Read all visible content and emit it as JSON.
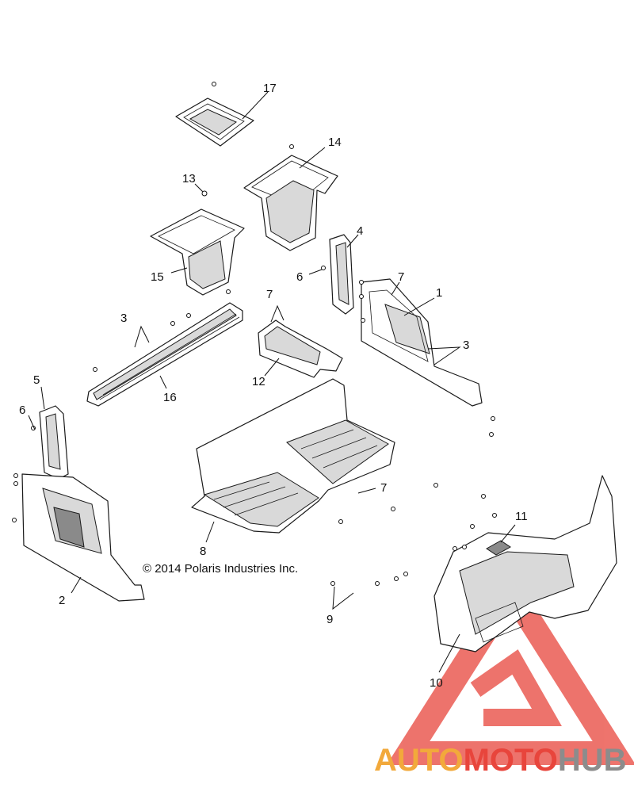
{
  "copyright": "© 2014 Polaris Industries Inc.",
  "callouts": [
    {
      "id": "c1",
      "label": "1"
    },
    {
      "id": "c2",
      "label": "2"
    },
    {
      "id": "c3a",
      "label": "3"
    },
    {
      "id": "c3b",
      "label": "3"
    },
    {
      "id": "c4",
      "label": "4"
    },
    {
      "id": "c5",
      "label": "5"
    },
    {
      "id": "c6a",
      "label": "6"
    },
    {
      "id": "c6b",
      "label": "6"
    },
    {
      "id": "c7a",
      "label": "7"
    },
    {
      "id": "c7b",
      "label": "7"
    },
    {
      "id": "c7c",
      "label": "7"
    },
    {
      "id": "c8",
      "label": "8"
    },
    {
      "id": "c9",
      "label": "9"
    },
    {
      "id": "c10",
      "label": "10"
    },
    {
      "id": "c11",
      "label": "11"
    },
    {
      "id": "c12",
      "label": "12"
    },
    {
      "id": "c13",
      "label": "13"
    },
    {
      "id": "c14",
      "label": "14"
    },
    {
      "id": "c15",
      "label": "15"
    },
    {
      "id": "c16",
      "label": "16"
    },
    {
      "id": "c17",
      "label": "17"
    }
  ],
  "watermark": {
    "part1": "AUTO",
    "part2": "MOTO",
    "part3": "HUB",
    "colors": {
      "orange": "#f2a93b",
      "red": "#e8453c",
      "gray": "#8c8c8c"
    }
  }
}
